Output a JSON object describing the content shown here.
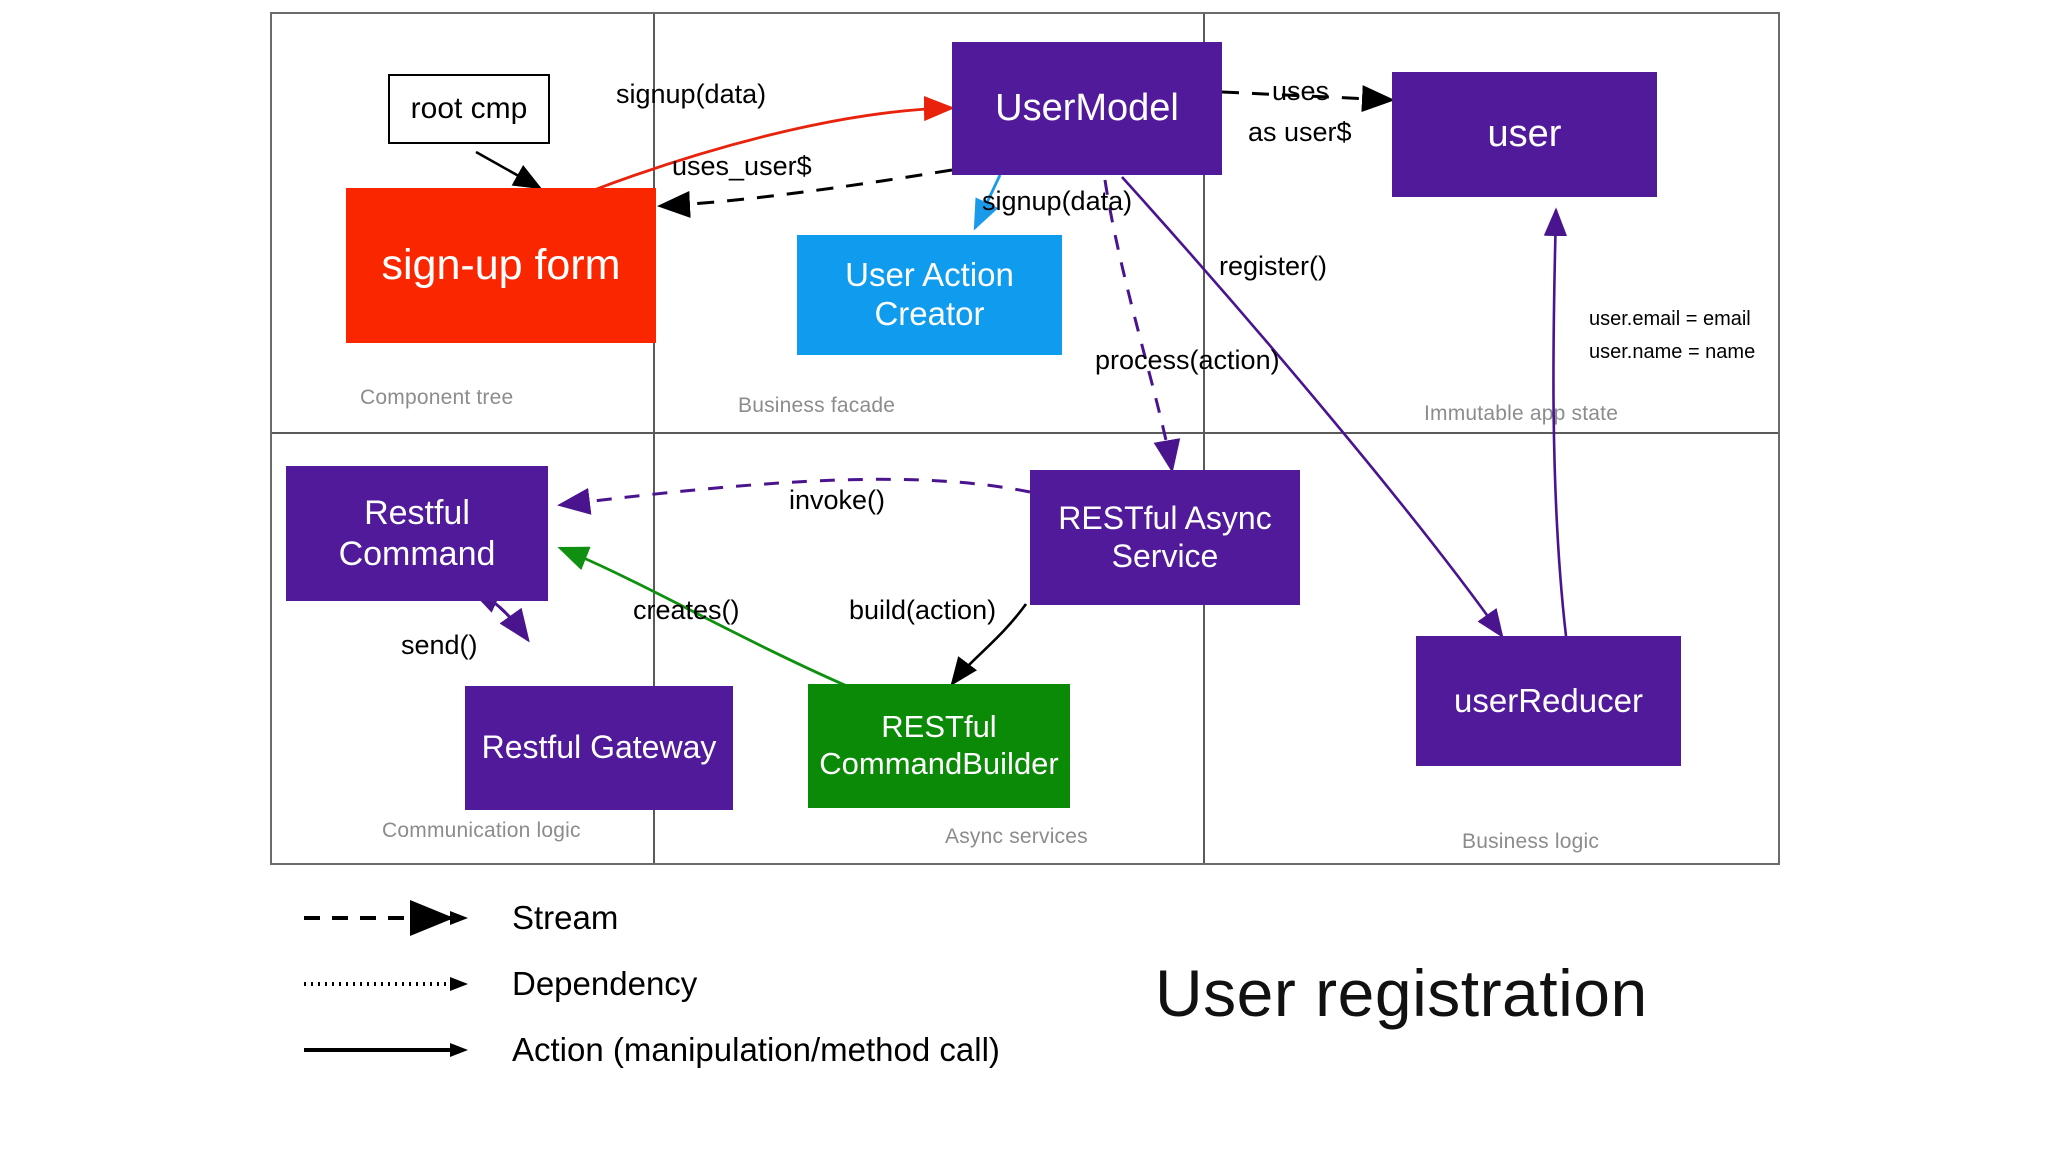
{
  "title": "User registration",
  "panels": [
    {
      "caption": "Component tree"
    },
    {
      "caption": "Business facade"
    },
    {
      "caption": "Immutable app state"
    },
    {
      "caption": "Communication logic"
    },
    {
      "caption": "Async services"
    },
    {
      "caption": "Business logic"
    }
  ],
  "nodes": {
    "root_cmp": "root cmp",
    "signup_form": "sign-up form",
    "user_model": "UserModel",
    "user_action_creator_line1": "User Action",
    "user_action_creator_line2": "Creator",
    "user": "user",
    "restful_command_line1": "Restful",
    "restful_command_line2": "Command",
    "restful_gateway": "Restful Gateway",
    "restful_async_service_line1": "RESTful Async",
    "restful_async_service_line2": "Service",
    "restful_command_builder_line1": "RESTful",
    "restful_command_builder_line2": "CommandBuilder",
    "user_reducer": "userReducer"
  },
  "edge_labels": {
    "signup_data_top": "signup(data)",
    "uses_user_stream": "uses_user$",
    "signup_data_blue": "signup(data)",
    "uses_line1": "uses",
    "uses_line2": "as user$",
    "register": "register()",
    "process_action": "process(action)",
    "invoke": "invoke()",
    "creates": "creates()",
    "build_action": "build(action)",
    "send": "send()",
    "state_assign_line1": "user.email = email",
    "state_assign_line2": "user.name = name"
  },
  "legend": [
    {
      "style": "dashed",
      "label": "Stream"
    },
    {
      "style": "dotted",
      "label": "Dependency"
    },
    {
      "style": "solid",
      "label": "Action (manipulation/method call)"
    }
  ],
  "colors": {
    "purple": "#501a9a",
    "red": "#fa2600",
    "blue": "#0f9bee",
    "green": "#0a8a06",
    "arrow_purple": "#4b148f",
    "arrow_red": "#e8220c",
    "arrow_blue": "#1a9ae8",
    "arrow_green": "#0f9010",
    "arrow_black": "#000000",
    "panel_border": "#5a5a5a",
    "caption_gray": "#8c8c8c"
  }
}
